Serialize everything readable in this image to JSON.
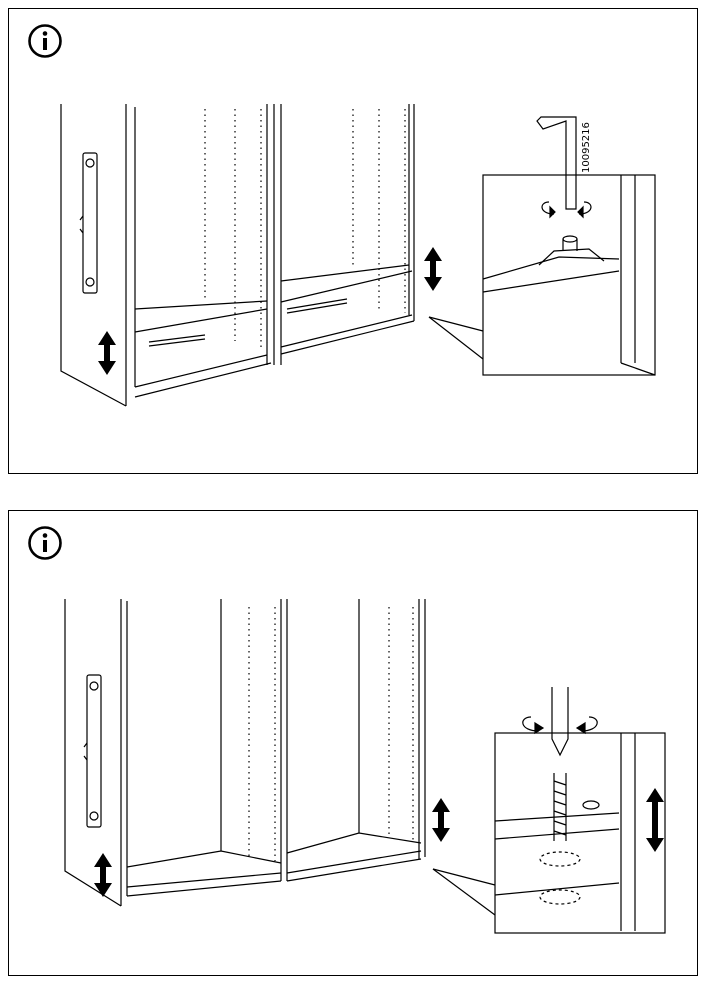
{
  "document": {
    "panels": [
      {
        "icon": "info-icon",
        "part_code": "10095216",
        "tool": "allen-key",
        "arrows": [
          "up-down-arrow",
          "up-down-arrow"
        ]
      },
      {
        "icon": "info-icon",
        "tool": "screwdriver",
        "arrows": [
          "up-down-arrow",
          "up-down-arrow",
          "up-down-arrow"
        ]
      }
    ]
  }
}
